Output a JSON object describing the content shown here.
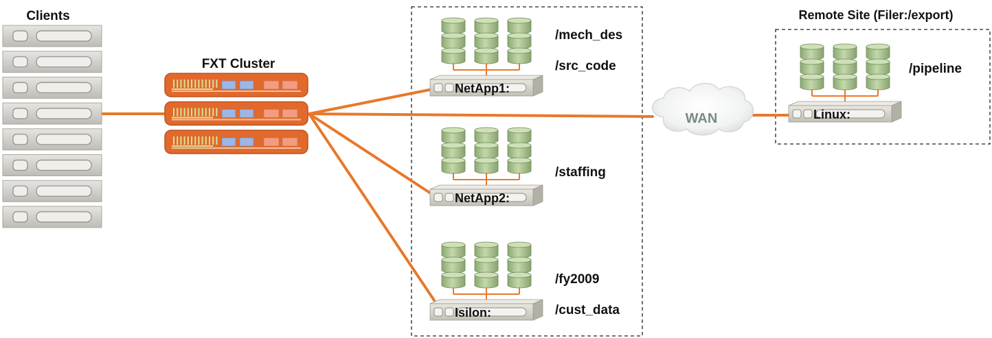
{
  "colors": {
    "link": "#e8782a",
    "fxt": "#e2692c",
    "disk": "#a7c08b",
    "disk_dark": "#7f9d66",
    "server": "#d4d1c6",
    "client": "#d0cec8",
    "cloud": "#eef0ef",
    "text": "#111111",
    "wan_text": "#7a8a86"
  },
  "clients": {
    "label": "Clients",
    "count": 8
  },
  "fxt_cluster": {
    "label": "FXT Cluster",
    "nodes": 3
  },
  "filers": [
    {
      "id": "netapp1",
      "name": "NetApp1:",
      "exports": [
        "/mech_des",
        "/src_code"
      ]
    },
    {
      "id": "netapp2",
      "name": "NetApp2:",
      "exports": [
        "/staffing"
      ]
    },
    {
      "id": "isilon",
      "name": "Isilon:",
      "exports": [
        "/fy2009",
        "/cust_data"
      ]
    }
  ],
  "wan": {
    "label": "WAN"
  },
  "remote_site": {
    "title": "Remote Site (Filer:/export)",
    "filer": {
      "id": "linux",
      "name": "Linux:",
      "exports": [
        "/pipeline"
      ]
    }
  }
}
